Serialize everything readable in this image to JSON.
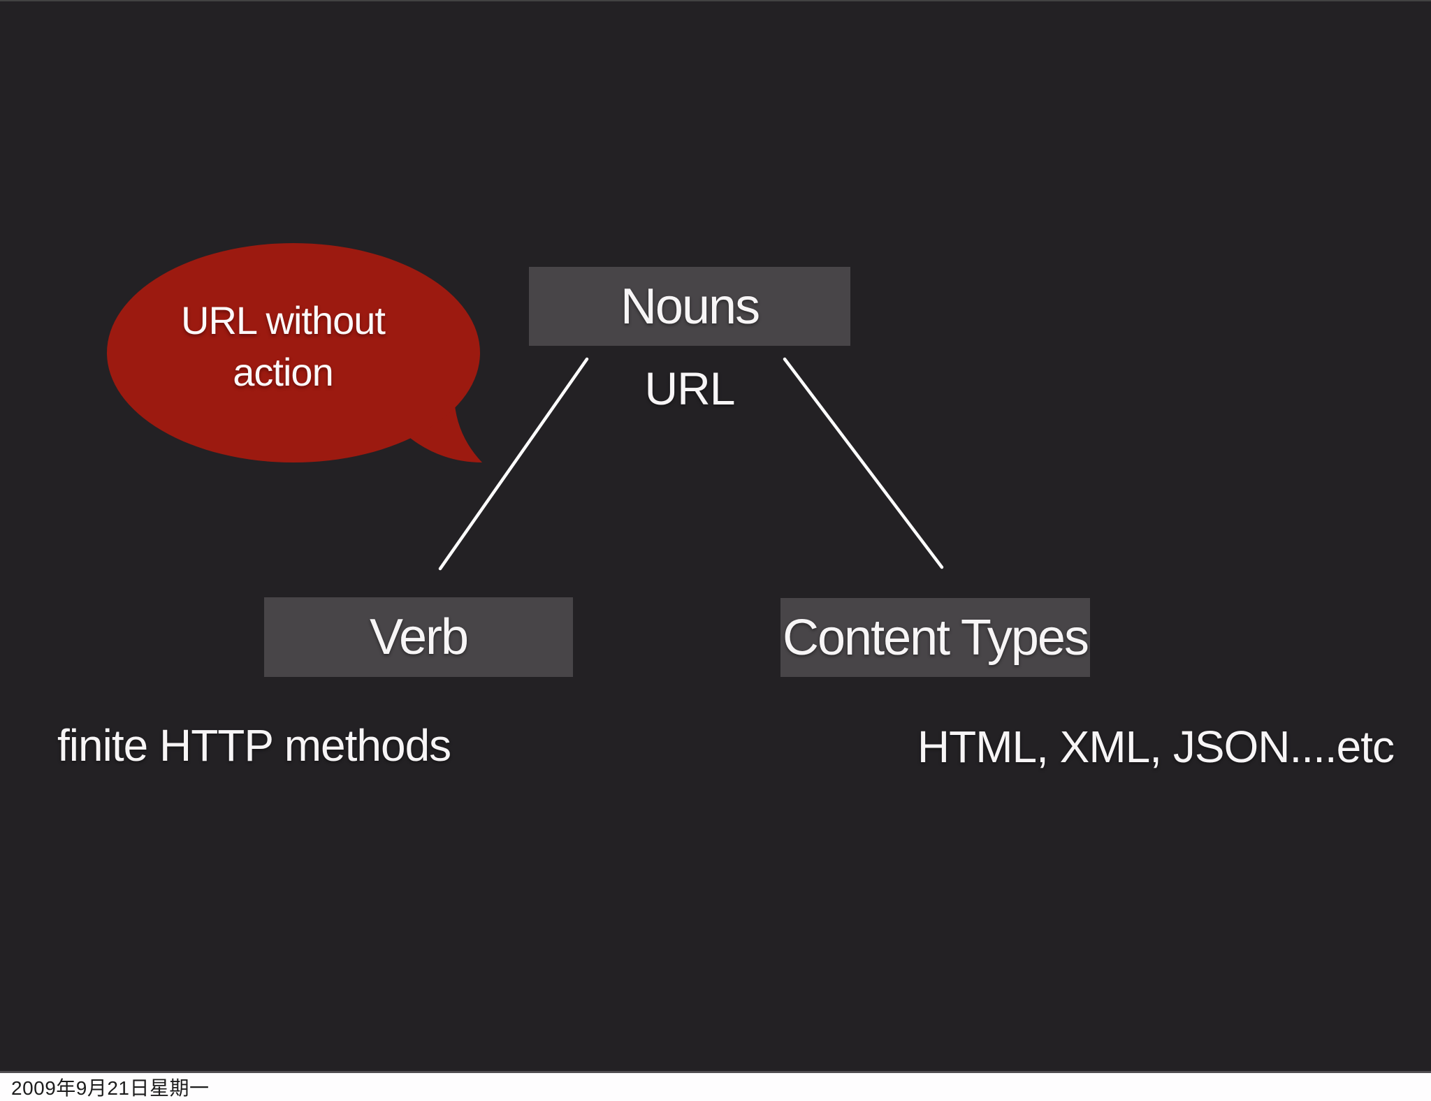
{
  "colors": {
    "slide_bg": "#232124",
    "box_gray": "#484548",
    "bubble_red": "#9c1a10",
    "connector_white": "#ffffff",
    "slide_text": "#f7f5f6",
    "footer_bg": "#fefdfe",
    "footer_text": "#1c1c1c"
  },
  "bubble": {
    "text": "URL without action"
  },
  "tree": {
    "root": {
      "label": "Nouns",
      "sublabel": "URL"
    },
    "left": {
      "label": "Verb",
      "caption": "finite HTTP methods"
    },
    "right": {
      "label": "Content Types",
      "caption": "HTML, XML, JSON....etc"
    }
  },
  "footer": {
    "date": "2009年9月21日星期一"
  }
}
